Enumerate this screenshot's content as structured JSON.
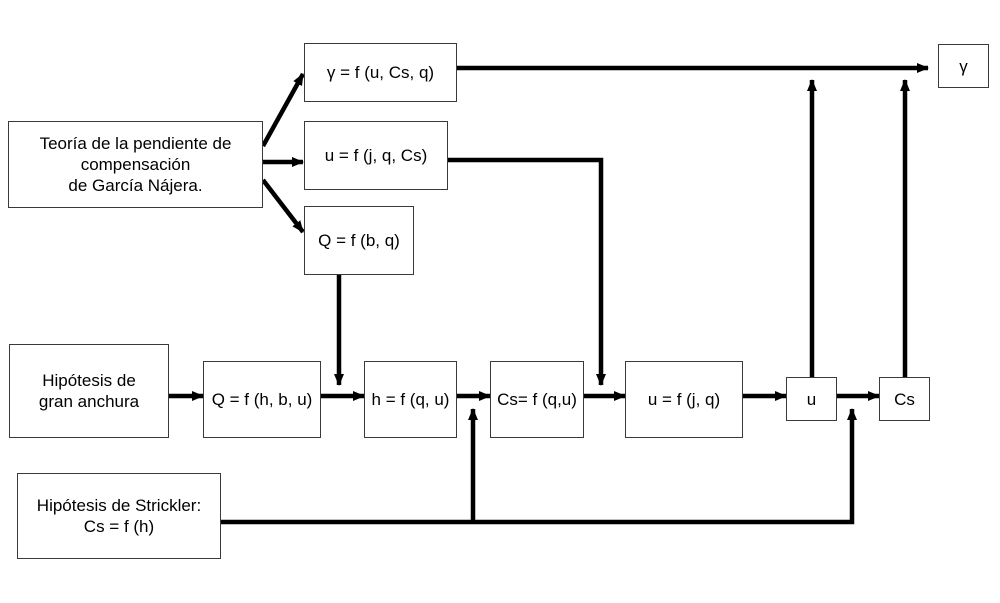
{
  "diagram": {
    "nodes": {
      "theory": "Teoría de la pendiente de\ncompensación\nde García Nájera.",
      "gamma_eq": "γ = f (u, Cs, q)",
      "u_eq_top": "u = f (j, q, Cs)",
      "Q_eq_top": "Q = f (b, q)",
      "gamma_out": "γ",
      "wide_hyp": "Hipótesis de\ngran anchura",
      "Q_eq": "Q = f (h, b, u)",
      "h_eq": "h = f (q, u)",
      "Cs_eq": "Cs= f (q,u)",
      "u_eq": "u = f (j, q)",
      "u_out": "u",
      "Cs_out": "Cs",
      "strickler": "Hipótesis de Strickler:\nCs = f (h)"
    }
  }
}
